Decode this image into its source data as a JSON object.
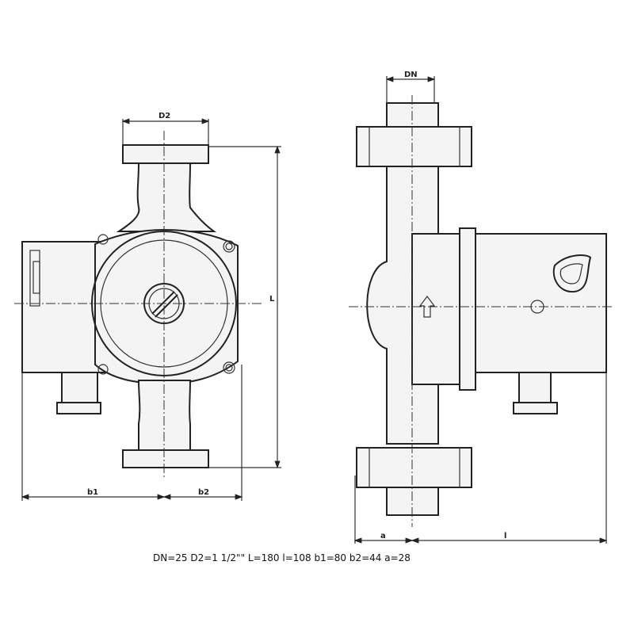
{
  "labels": {
    "D2": "D2",
    "L": "L",
    "b1": "b1",
    "b2": "b2",
    "DN": "DN",
    "a": "a",
    "l": "l"
  },
  "caption": "DN=25 D2=1 1/2\"\" L=180 l=108 b1=80 b2=44 a=28"
}
